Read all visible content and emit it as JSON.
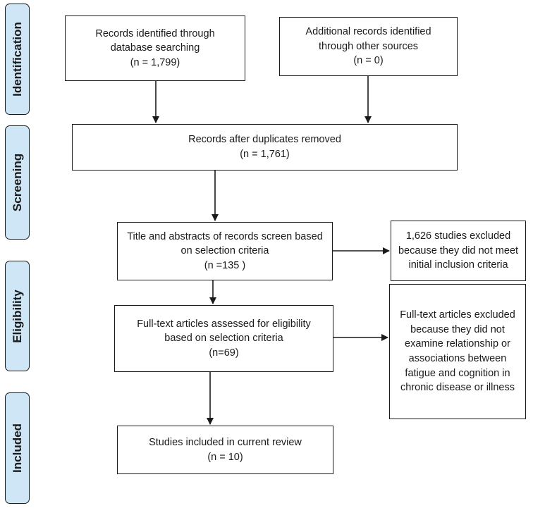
{
  "phases": [
    {
      "id": "identification",
      "label": "Identification"
    },
    {
      "id": "screening",
      "label": "Screening"
    },
    {
      "id": "eligibility",
      "label": "Eligibility"
    },
    {
      "id": "included",
      "label": "Included"
    }
  ],
  "boxes": {
    "db_search": [
      "Records identified through",
      "database searching",
      "(n = 1,799)"
    ],
    "other_sources": [
      "Additional records identified",
      "through other sources",
      "(n = 0)"
    ],
    "duplicates_removed": [
      "Records after duplicates removed",
      "(n = 1,761)"
    ],
    "title_abstract_screen": [
      "Title and abstracts of records screen based",
      "on selection criteria",
      "(n =135 )"
    ],
    "screen_excluded": [
      "1,626 studies excluded",
      "because they did not meet",
      "initial inclusion criteria"
    ],
    "fulltext_assessed": [
      "Full-text articles assessed for eligibility",
      "based on selection criteria",
      "(n=69)"
    ],
    "fulltext_excluded": [
      "Full-text articles excluded",
      "because they did not",
      "examine relationship or",
      "associations between",
      "fatigue and cognition in",
      "chronic disease or illness"
    ],
    "included_studies": [
      "Studies included in current review",
      "(n = 10)"
    ]
  }
}
